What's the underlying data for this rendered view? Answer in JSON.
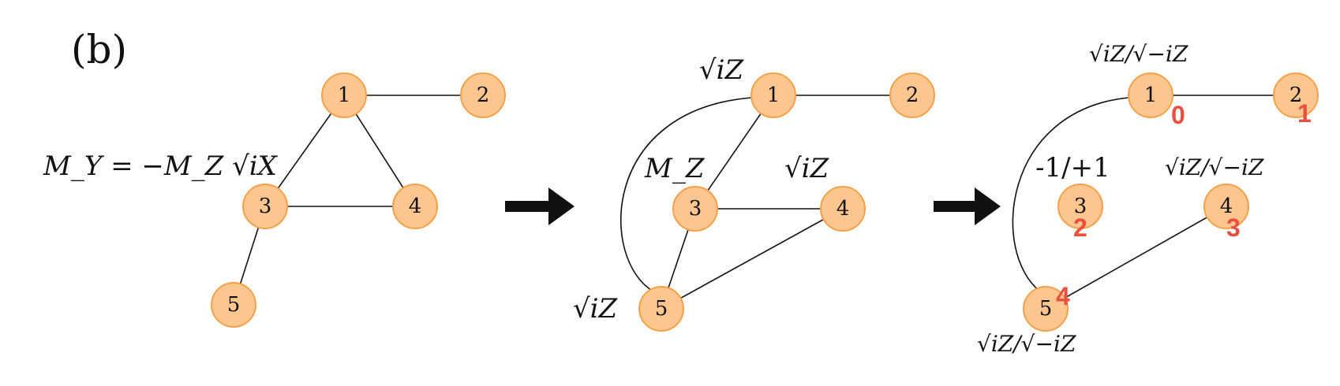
{
  "panel_label": "(b)",
  "colors": {
    "node_fill": "#fcc68e",
    "node_stroke": "#f5a14a",
    "index_color": "#e8503f",
    "arrow_color": "#111111"
  },
  "stage1": {
    "nodes": [
      "1",
      "2",
      "3",
      "4",
      "5"
    ],
    "measurement_label": "M_Y = −M_Z √iX"
  },
  "stage2": {
    "nodes": [
      "1",
      "2",
      "3",
      "4",
      "5"
    ],
    "node1_label": "√iZ",
    "node3_label": "M_Z",
    "node4_label": "√iZ",
    "node5_label": "√iZ"
  },
  "stage3": {
    "nodes": [
      "1",
      "2",
      "3",
      "4",
      "5"
    ],
    "node1_label": "√iZ/√−iZ",
    "node3_label": "-1/+1",
    "node4_label": "√iZ/√−iZ",
    "node5_label": "√iZ/√−iZ",
    "indices": [
      "0",
      "1",
      "2",
      "3",
      "4"
    ]
  }
}
